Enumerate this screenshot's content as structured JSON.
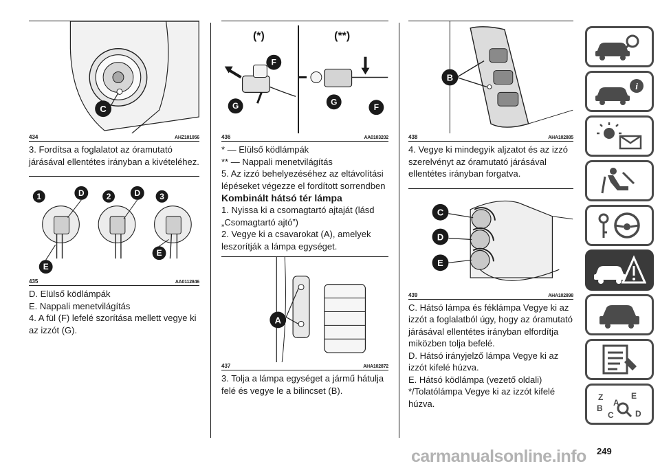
{
  "columns": {
    "col1": {
      "fig1": {
        "number": "434",
        "code": "AHZ101056",
        "labels": [
          "C"
        ]
      },
      "text1": [
        "3. Fordítsa a foglalatot az óramutató járásával ellentétes irányban a kivételéhez."
      ],
      "fig2": {
        "number": "435",
        "code": "AA0112846",
        "labels": [
          "1",
          "D",
          "2",
          "D",
          "3",
          "E",
          "E"
        ]
      },
      "text2": [
        "D. Elülső ködlámpák",
        "E. Nappali menetvilágítás",
        "4. A fül (F) lefelé szorítása mellett vegye ki az izzót (G)."
      ]
    },
    "col2": {
      "fig1": {
        "number": "436",
        "code": "AA0103202",
        "labels": [
          "(*)",
          "(**)",
          "F",
          "F",
          "G",
          "G"
        ]
      },
      "text1": [
        "* — Elülső ködlámpák",
        "** — Nappali menetvilágítás",
        "5. Az izzó behelyezéséhez az eltávolítási lépéseket végezze el fordított sorrendben"
      ],
      "heading": "Kombinált hátsó tér lámpa",
      "text2": [
        "1. Nyissa ki a csomagtartó ajtaját (lásd „Csomagtartó ajtó”)",
        "2. Vegye ki a csavarokat (A), amelyek leszorítják a lámpa egységet."
      ],
      "fig2": {
        "number": "437",
        "code": "AHA102872",
        "labels": [
          "A"
        ]
      },
      "text3": [
        "3. Tolja a lámpa egységet a jármű hátulja felé és vegye le a bilincset (B)."
      ]
    },
    "col3": {
      "fig1": {
        "number": "438",
        "code": "AHA102885",
        "labels": [
          "B"
        ]
      },
      "text1": [
        "4. Vegye ki mindegyik aljzatot és az izzó szerelvényt az óramutató járásával ellentétes irányban forgatva."
      ],
      "fig2": {
        "number": "439",
        "code": "AHA102898",
        "labels": [
          "C",
          "D",
          "E"
        ]
      },
      "text2": [
        "C. Hátsó lámpa és féklámpa Vegye ki az izzót a foglalatból úgy, hogy az óramutató járásával ellentétes irányban elfordítja miközben tolja befelé.",
        "D. Hátsó irányjelző lámpa Vegye ki az izzót kifelé húzva.",
        "E. Hátsó ködlámpa (vezető oldali)",
        "*/Tolatólámpa Vegye ki az izzót kifelé húzva."
      ]
    }
  },
  "tabs": [
    {
      "name": "car-search-icon",
      "active": false
    },
    {
      "name": "car-info-icon",
      "active": false
    },
    {
      "name": "warning-lights-icon",
      "active": false
    },
    {
      "name": "seat-airbag-icon",
      "active": false
    },
    {
      "name": "key-steering-icon",
      "active": false
    },
    {
      "name": "car-breakdown-icon",
      "active": true
    },
    {
      "name": "car-service-icon",
      "active": false
    },
    {
      "name": "specs-document-icon",
      "active": false
    },
    {
      "name": "alphabet-index-icon",
      "active": false
    }
  ],
  "page_number": "249",
  "watermark": "carmanualsonline.info",
  "colors": {
    "text": "#1a1a1a",
    "tab_border": "#4b4b4b",
    "tab_active": "#3a3a3a",
    "watermark": "#9a9a9a"
  }
}
